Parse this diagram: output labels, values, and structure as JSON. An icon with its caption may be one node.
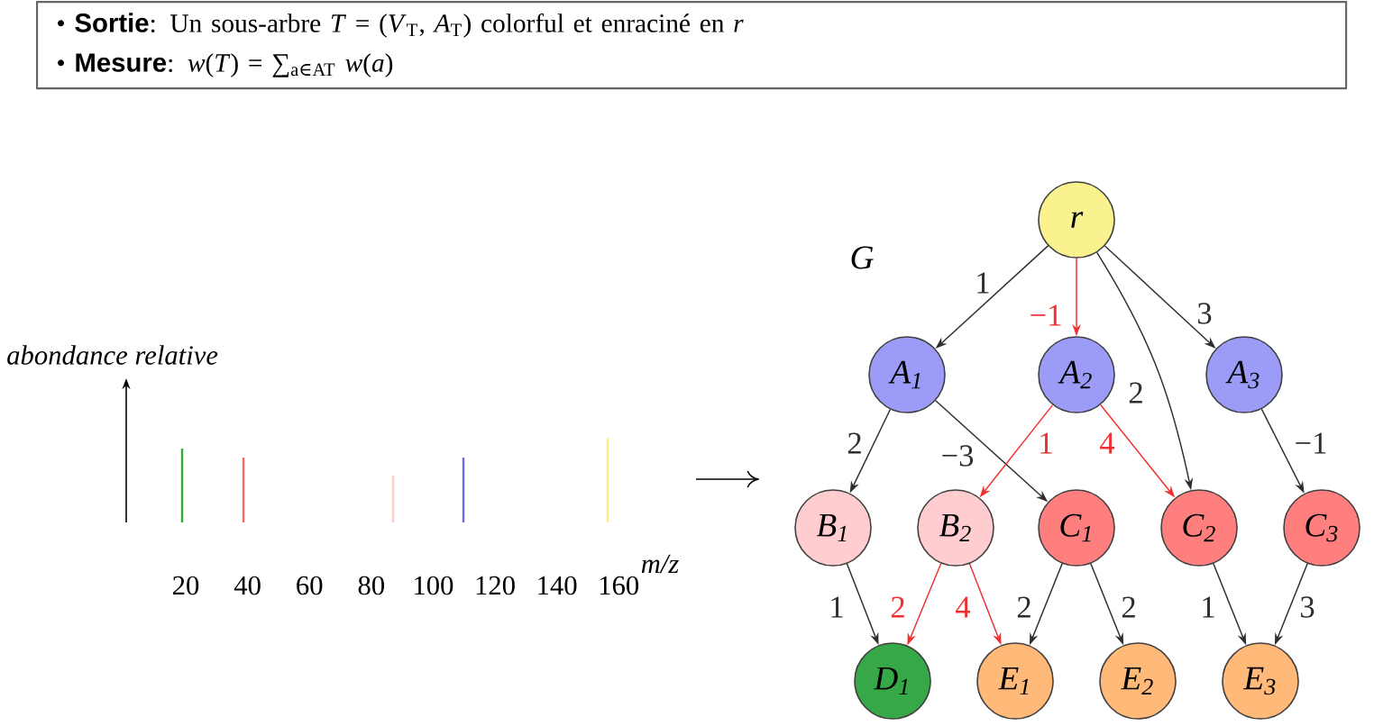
{
  "diagram": {
    "nodes": [
      {
        "text": [
          "• **Sortie**: Un sous-arbre *T* = (*V*$_{T}$, *A*$_{T}$) colorful et enraciné en *r*",
          "• **Mesure**: *w*(*T*) = ∑$_{a∈AT}$ *w*(*a*)"
        ]
      },
      {
        "text": [
          "r"
        ]
      },
      {
        "text": [
          "A$_{1}$"
        ]
      },
      {
        "text": [
          "A$_{2}$"
        ]
      },
      {
        "text": [
          "A$_{3}$"
        ]
      },
      {
        "text": [
          "B$_{1}$"
        ]
      },
      {
        "text": [
          "B$_{2}$"
        ]
      },
      {
        "text": [
          "C$_{1}$"
        ]
      },
      {
        "text": [
          "C$_{2}$"
        ]
      },
      {
        "text": [
          "C$_{3}$"
        ]
      },
      {
        "text": [
          "D$_{1}$"
        ]
      },
      {
        "text": [
          "E$_{1}$"
        ]
      },
      {
        "text": [
          "E$_{2}$"
        ]
      },
      {
        "text": [
          "E$_{3}$"
        ]
      }
    ],
    "edges": [
      {
        "from": 1,
        "to": 2,
        "arrow": "to",
        "label": "1"
      },
      {
        "from": 1,
        "to": 3,
        "arrow": "to",
        "label": "−1",
        "color": "#f03030"
      },
      {
        "from": 1,
        "to": 8,
        "arrow": "to",
        "label": "2"
      },
      {
        "from": 1,
        "to": 4,
        "arrow": "to",
        "label": "3"
      },
      {
        "from": 2,
        "to": 5,
        "arrow": "to",
        "label": "2"
      },
      {
        "from": 2,
        "to": 7,
        "arrow": "to",
        "label": "−3"
      },
      {
        "from": 3,
        "to": 6,
        "arrow": "to",
        "label": "1",
        "color": "#f03030"
      },
      {
        "from": 3,
        "to": 8,
        "arrow": "to",
        "label": "4",
        "color": "#f03030"
      },
      {
        "from": 4,
        "to": 9,
        "arrow": "to",
        "label": "−1"
      },
      {
        "from": 5,
        "to": 10,
        "arrow": "to",
        "label": "1"
      },
      {
        "from": 6,
        "to": 10,
        "arrow": "to",
        "label": "2",
        "color": "#f03030"
      },
      {
        "from": 6,
        "to": 11,
        "arrow": "to",
        "label": "4",
        "color": "#f03030"
      },
      {
        "from": 7,
        "to": 11,
        "arrow": "to",
        "label": "2"
      },
      {
        "from": 7,
        "to": 12,
        "arrow": "to",
        "label": "2"
      },
      {
        "from": 8,
        "to": 13,
        "arrow": "to",
        "label": "1"
      },
      {
        "from": 9,
        "to": 13,
        "arrow": "to",
        "label": "3"
      }
    ],
    "labels": [
      "G",
      "abondance relative",
      "20",
      "40",
      "60",
      "80",
      "100",
      "120",
      "140",
      "160",
      "m/z"
    ]
  }
}
